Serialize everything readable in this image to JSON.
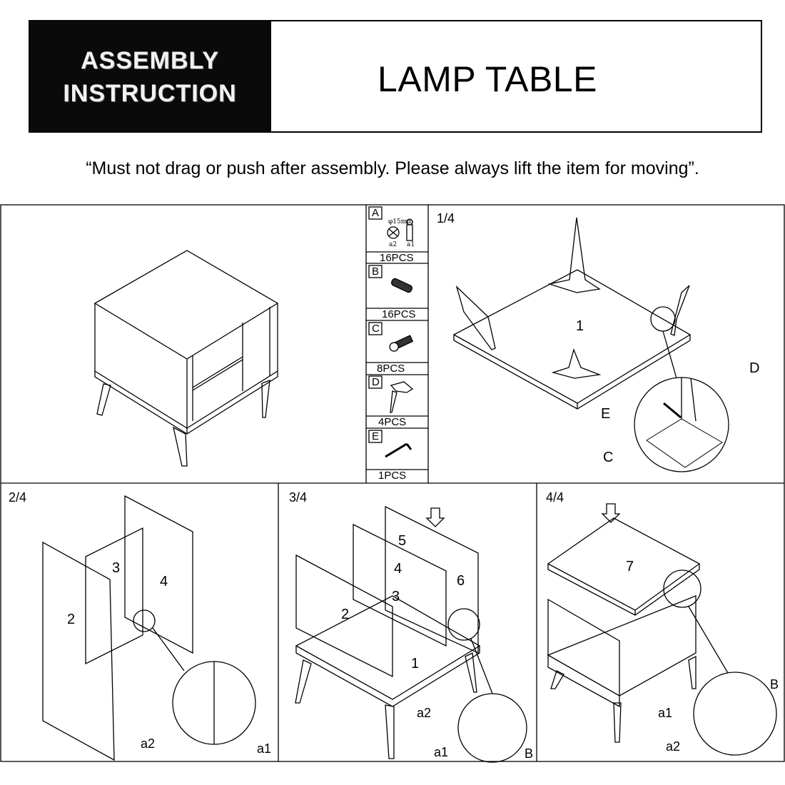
{
  "header": {
    "badge_line1": "ASSEMBLY",
    "badge_line2": "INSTRUCTION",
    "product_title": "LAMP TABLE"
  },
  "warning": "“Must not drag or push after assembly. Please always lift the item for moving”.",
  "parts": [
    {
      "letter": "A",
      "qty": "16PCS",
      "sub_a2": "a2",
      "sub_a1": "a1",
      "size": "φ15mm"
    },
    {
      "letter": "B",
      "qty": "16PCS"
    },
    {
      "letter": "C",
      "qty": "8PCS"
    },
    {
      "letter": "D",
      "qty": "4PCS"
    },
    {
      "letter": "E",
      "qty": "1PCS"
    }
  ],
  "steps": {
    "step1": {
      "number": "1/4",
      "panel": "1",
      "callouts": [
        "D",
        "E",
        "C"
      ]
    },
    "step2": {
      "number": "2/4",
      "panels": [
        "2",
        "3",
        "4"
      ],
      "callouts": [
        "a2",
        "a1"
      ]
    },
    "step3": {
      "number": "3/4",
      "panels": [
        "5",
        "4",
        "6",
        "3",
        "2",
        "1"
      ],
      "callouts": [
        "a2",
        "a1",
        "B"
      ]
    },
    "step4": {
      "number": "4/4",
      "panel": "7",
      "callouts": [
        "B",
        "a1",
        "a2"
      ]
    }
  }
}
